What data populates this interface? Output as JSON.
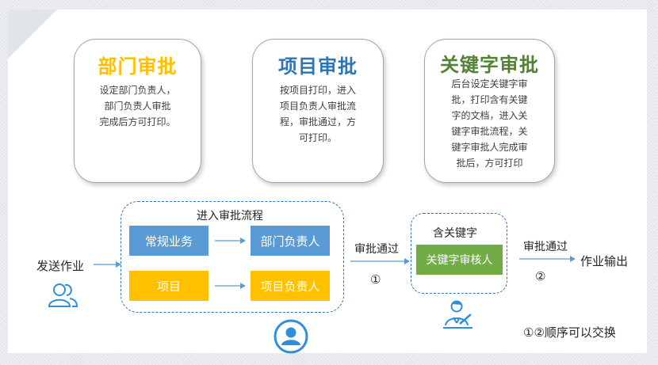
{
  "cards": [
    {
      "title": "部门审批",
      "color": "#ffc000",
      "lines": [
        "设定部门负责人，",
        "部门负责人审批",
        "完成后方可打印。"
      ]
    },
    {
      "title": "项目审批",
      "color": "#2e75b6",
      "lines": [
        "按项目打印，进入",
        "项目负责人审批流",
        "程，审批通过，方",
        "可打印。"
      ]
    },
    {
      "title": "关键字审批",
      "color": "#548235",
      "lines": [
        "后台设定关键字审",
        "批，打印含有关键",
        "字的文档，进入关",
        "键字审批流程，关",
        "键字审批人完成审",
        "批后，方可打印"
      ]
    }
  ],
  "flow": {
    "send_label": "发送作业",
    "group_title": "进入审批流程",
    "regular_business": "常规业务",
    "dept_head": "部门负责人",
    "project": "项目",
    "project_head": "项目负责人",
    "approve_pass_1": "审批通过",
    "step_1": "①",
    "keyword_group_title": "含关键字",
    "keyword_reviewer": "关键字审核人",
    "approve_pass_2": "审批通过",
    "step_2": "②",
    "output_label": "作业输出",
    "note": "①②顺序可以交换"
  },
  "colors": {
    "blue_box": "#5b9bd5",
    "gold_box": "#ffc000",
    "green_box": "#70ad47",
    "dashed_border": "#2e75b6",
    "icon_blue": "#2f8fd8"
  },
  "icons": [
    "users-icon",
    "user-circle-icon",
    "reviewer-icon"
  ]
}
